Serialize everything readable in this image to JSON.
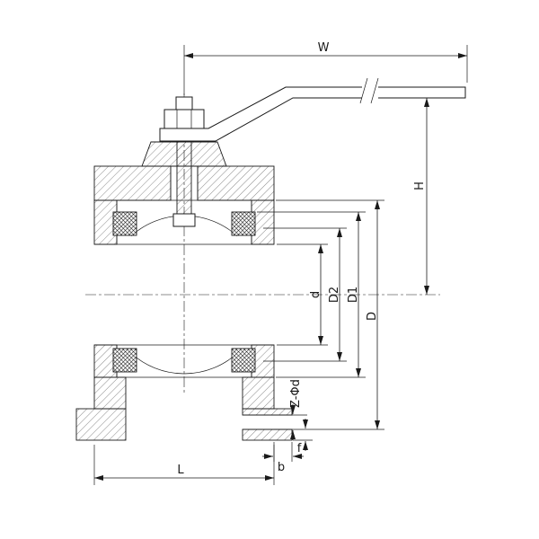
{
  "diagram": {
    "kind": "technical-drawing-ball-valve-section",
    "labels": {
      "W": "W",
      "H": "H",
      "d": "d",
      "D2": "D2",
      "D1": "D1",
      "D": "D",
      "Z_phi_d": "Z-Φd",
      "f": "f",
      "b": "b",
      "L": "L"
    },
    "colors": {
      "line": "#1a1a1a",
      "background": "#ffffff"
    }
  }
}
